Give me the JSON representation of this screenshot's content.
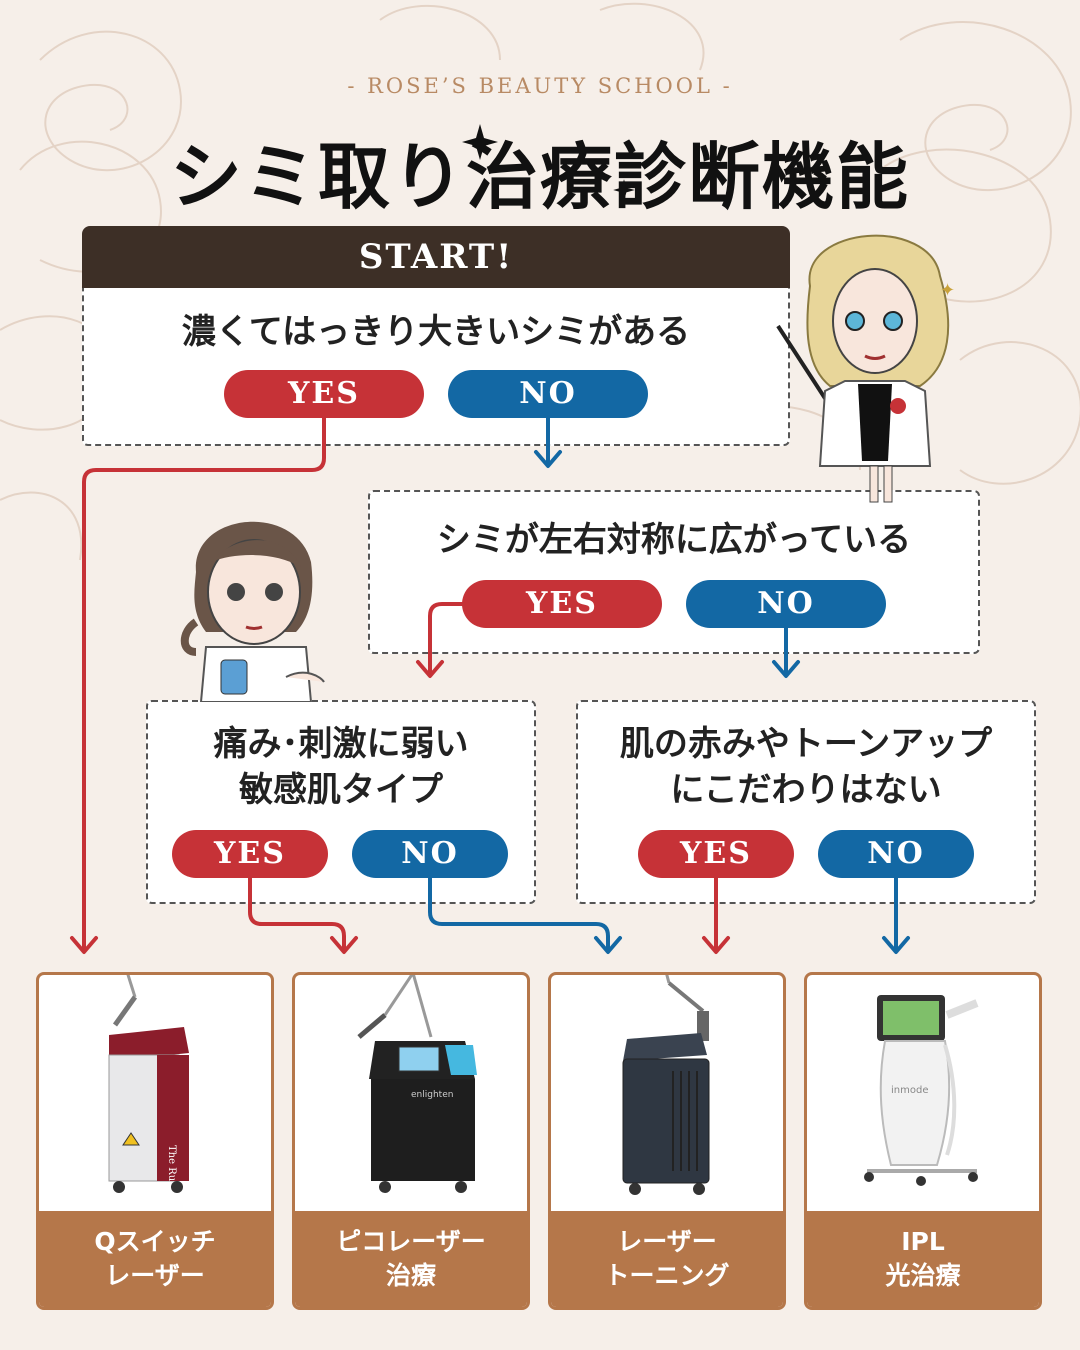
{
  "header": {
    "subtitle": "- ROSE’S BEAUTY SCHOOL -",
    "title": "シミ取り治療診断機能"
  },
  "start": {
    "label": "START!",
    "question": "濃くてはっきり大きいシミがある",
    "yes": "YES",
    "no": "NO"
  },
  "q2": {
    "question": "シミが左右対称に広がっている",
    "yes": "YES",
    "no": "NO"
  },
  "q3": {
    "line1": "痛み･刺激に弱い",
    "line2": "敏感肌タイプ",
    "yes": "YES",
    "no": "NO"
  },
  "q4": {
    "line1": "肌の赤みやトーンアップ",
    "line2": "にこだわりはない",
    "yes": "YES",
    "no": "NO"
  },
  "results": [
    {
      "line1": "Qスイッチ",
      "line2": "レーザー",
      "device_text": "The Ruby nano-Q"
    },
    {
      "line1": "ピコレーザー",
      "line2": "治療",
      "device_text": "enlighten"
    },
    {
      "line1": "レーザー",
      "line2": "トーニング",
      "device_text": ""
    },
    {
      "line1": "IPL",
      "line2": "光治療",
      "device_text": "inmode"
    }
  ],
  "colors": {
    "yes": "#c63237",
    "no": "#1368a4",
    "brown": "#b5774a",
    "start_bar": "#3d2f26",
    "background": "#f6efe9"
  }
}
